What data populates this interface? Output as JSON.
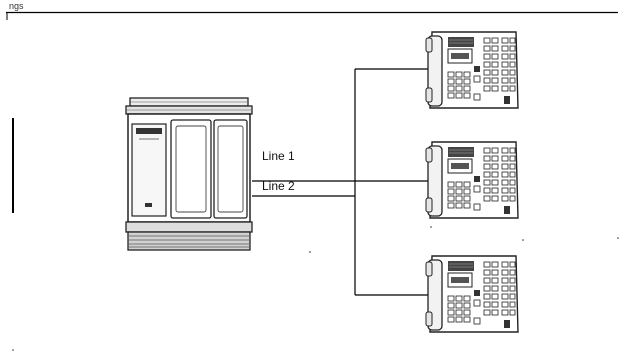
{
  "header_snippet": "ngs",
  "lines": [
    {
      "label": "Line 1"
    },
    {
      "label": "Line 2"
    }
  ]
}
